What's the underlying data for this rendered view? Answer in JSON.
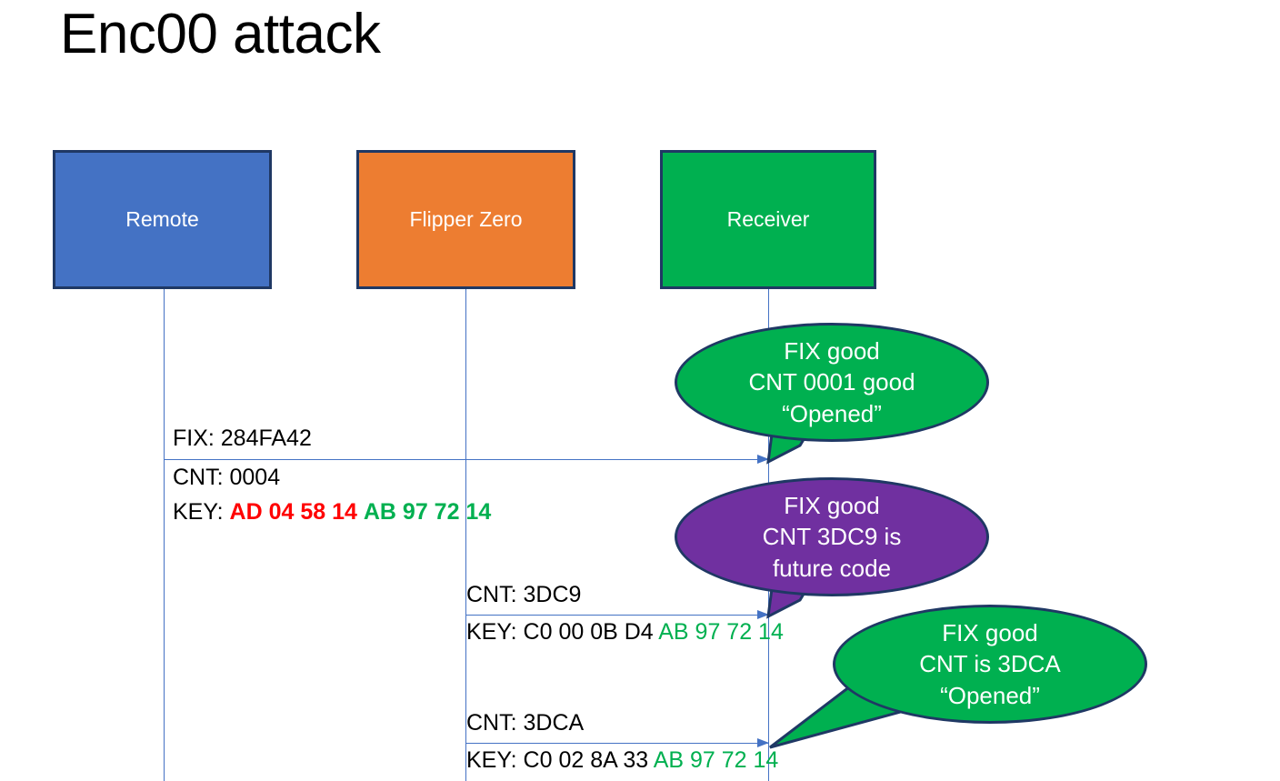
{
  "slide": {
    "title": "Enc00 attack",
    "background": "#ffffff"
  },
  "colors": {
    "remote": "#4472C4",
    "flipper": "#ED7D31",
    "receiver": "#00B050",
    "callout_good": "#00B050",
    "callout_future": "#7030A0",
    "border": "#1F3864",
    "line": "#4472C4",
    "hex_red": "#FF0000",
    "hex_green": "#00B050",
    "text": "#000000"
  },
  "actors": [
    {
      "id": "remote",
      "label": "Remote"
    },
    {
      "id": "flipper",
      "label": "Flipper Zero"
    },
    {
      "id": "receiver",
      "label": "Receiver"
    }
  ],
  "messages": [
    {
      "id": "msg-1",
      "from": "remote",
      "to": "receiver",
      "fix_line": "FIX: 284FA42",
      "cnt_line": "CNT: 0004",
      "key_prefix": "KEY: ",
      "key_red": "AD 04 58 14",
      "key_green": "AB 97 72 14"
    },
    {
      "id": "msg-2",
      "from": "flipper",
      "to": "receiver",
      "cnt_line": "CNT: 3DC9",
      "key_prefix": "KEY: C0 00 0B D4 ",
      "key_green": "AB 97 72 14"
    },
    {
      "id": "msg-3",
      "from": "flipper",
      "to": "receiver",
      "cnt_line": "CNT: 3DCA",
      "key_prefix": "KEY: C0 02 8A 33 ",
      "key_green": "AB 97 72 14"
    }
  ],
  "callouts": [
    {
      "id": "callout-1",
      "color": "#00B050",
      "lines": [
        "FIX good",
        "CNT 0001 good",
        "“Opened”"
      ]
    },
    {
      "id": "callout-2",
      "color": "#7030A0",
      "lines": [
        "FIX good",
        "CNT 3DC9 is",
        "future code"
      ]
    },
    {
      "id": "callout-3",
      "color": "#00B050",
      "lines": [
        "FIX good",
        "CNT is 3DCA",
        "“Opened”"
      ]
    }
  ]
}
